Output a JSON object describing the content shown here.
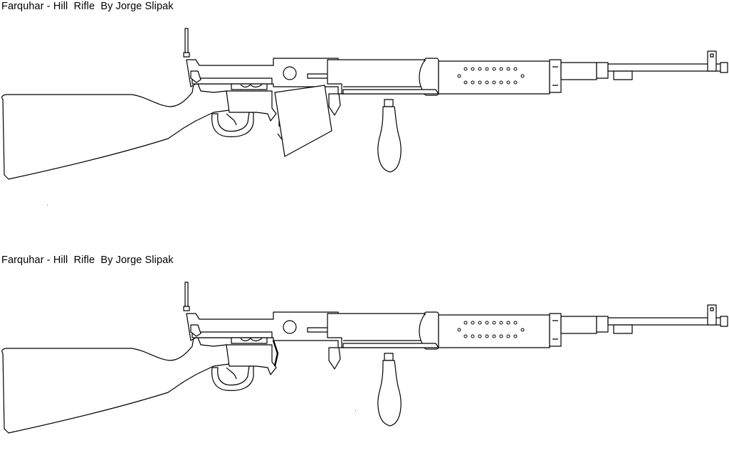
{
  "drawings": [
    {
      "caption": "Farquhar - Hill  Rifle  By Jorge Slipak",
      "variant": "with-magazine"
    },
    {
      "caption": "Farquhar - Hill  Rifle  By Jorge Slipak",
      "variant": "without-magazine"
    }
  ],
  "colors": {
    "background": "#ffffff",
    "ink": "#000000"
  }
}
